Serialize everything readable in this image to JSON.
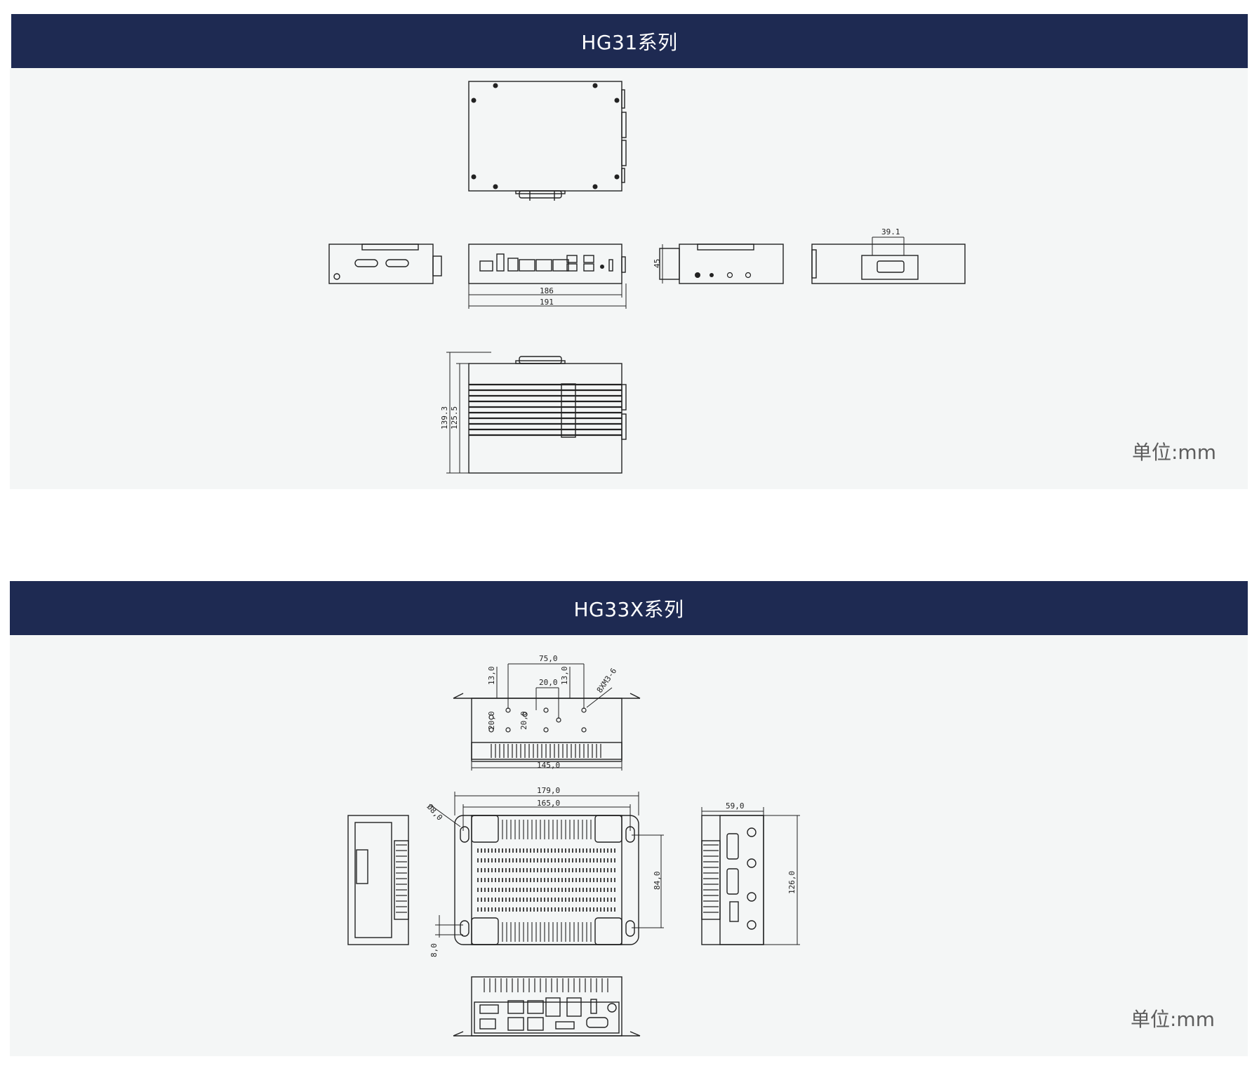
{
  "sections": [
    {
      "title": "HG31系列",
      "unit_label": "单位:mm",
      "dimensions": {
        "width_inner": "186",
        "width_outer": "191",
        "height_side": "45",
        "port_width": "39.1",
        "depth_outer": "139.3",
        "depth_inner": "125.5"
      }
    },
    {
      "title": "HG33X系列",
      "unit_label": "单位:mm",
      "dimensions": {
        "hole_spacing_h": "75,0",
        "hole_spacing_small": "20,0",
        "offset_left": "13,0",
        "offset_right": "13,0",
        "screw_spec": "8XM3-6",
        "vert_a": "20,0",
        "vert_b": "20,0",
        "top_width": "145,0",
        "outer_width": "179,0",
        "inner_width": "165,0",
        "hole_dia": "Ø8,0",
        "mount_spacing": "84,0",
        "slot": "8,0",
        "side_depth": "59,0",
        "side_height": "126,0"
      }
    }
  ],
  "colors": {
    "header_band": "#1e2a52",
    "panel_bg": "#f4f6f6",
    "line": "#222222"
  }
}
